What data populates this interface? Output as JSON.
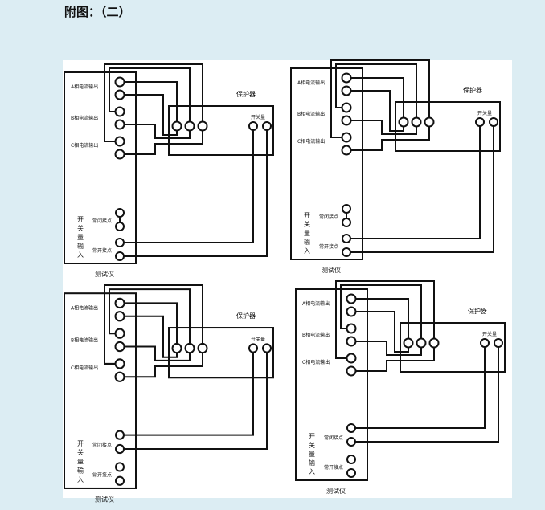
{
  "title": "附图：（二）",
  "labels": {
    "phase_a": "A相电流输出",
    "phase_b": "B相电流输出",
    "phase_c": "C相电流输出",
    "protector": "保护器",
    "switch": "开关量",
    "normally_closed": "常闭接点",
    "normally_open": "常开接点",
    "switch_input": [
      "开",
      "关",
      "量",
      "输",
      "入"
    ],
    "tester": "测试仪"
  },
  "diagrams": [
    {
      "id": "top-left",
      "wired_contact": "normally_closed_jumper_and_open"
    },
    {
      "id": "top-right",
      "wired_contact": "normally_closed_jumper_and_open"
    },
    {
      "id": "bottom-left",
      "wired_contact": "normally_closed"
    },
    {
      "id": "bottom-right",
      "wired_contact": "normally_closed"
    }
  ]
}
